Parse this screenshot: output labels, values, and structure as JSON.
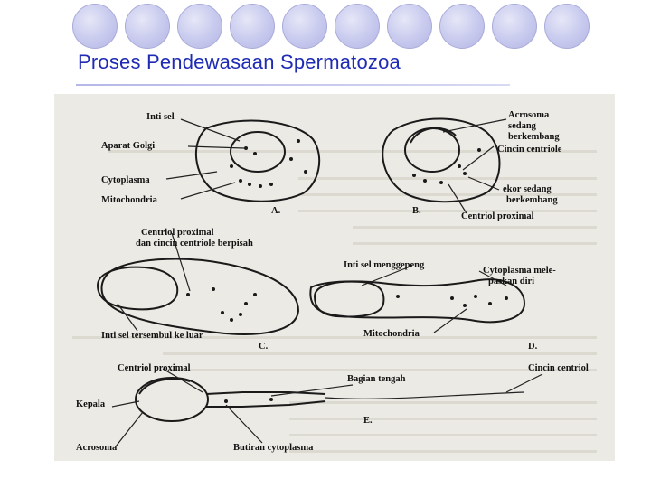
{
  "slide": {
    "title": "Proses Pendewasaan Spermatozoa"
  },
  "diagram": {
    "labels": {
      "inti_sel": "Inti sel",
      "aparat_golgi": "Aparat Golgi",
      "cytoplasma": "Cytoplasma",
      "mitochondria": "Mitochondria",
      "panel_a": "A.",
      "acrosoma_sedang_line1": "Acrosoma",
      "acrosoma_sedang_line2": "sedang",
      "acrosoma_sedang_line3": "berkembang",
      "cincin_centriole": "Cincin centriole",
      "ekor_line1": "ekor sedang",
      "ekor_line2": "berkembang",
      "panel_b": "B.",
      "centriol_proximal_b": "Centriol proximal",
      "centriol_proximal_top_line1": "Centriol proximal",
      "centriol_proximal_top_line2": "dan cincin centriole berpisah",
      "inti_sel_menggepeng": "Inti sel menggepeng",
      "cytoplasma_melepaskan_line1": "Cytoplasma mele-",
      "cytoplasma_melepaskan_line2": "paskan diri",
      "inti_sel_tersembul": "Inti sel tersembul ke luar",
      "panel_c": "C.",
      "mitochondria_d": "Mitochondria",
      "panel_d": "D.",
      "centriol_proximal_e": "Centriol proximal",
      "bagian_tengah": "Bagian tengah",
      "cincin_centriol_e": "Cincin centriol",
      "kepala": "Kepala",
      "panel_e": "E.",
      "acrosoma": "Acrosoma",
      "butiran_cytoplasma": "Butiran cytoplasma"
    }
  },
  "colors": {
    "title": "#1f2bb5",
    "circle": "#c7c9ee",
    "scan_background": "#eceae4"
  }
}
